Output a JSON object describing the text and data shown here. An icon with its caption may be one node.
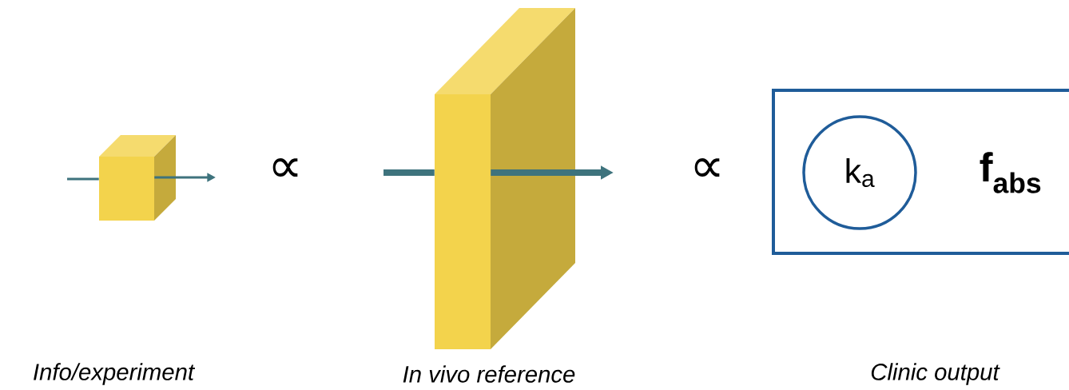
{
  "diagram": {
    "nodes": [
      {
        "text": [],
        "shape": "box"
      },
      {
        "text": [],
        "shape": "box"
      },
      {
        "text": [],
        "shape": "box"
      },
      {
        "text": [
          "k$_{a}$"
        ],
        "in": 2
      }
    ],
    "edges": [
      {
        "from": null,
        "to": 0,
        "arrow": "none"
      },
      {
        "from": 0,
        "to": null,
        "arrow": "to"
      },
      {
        "from": null,
        "to": 1,
        "arrow": "none",
        "style": "thick"
      },
      {
        "from": 1,
        "to": null,
        "arrow": "to",
        "style": "thick"
      }
    ],
    "labels": [
      "∝",
      "∝",
      "f$_{abs}$",
      "Info/experiment",
      "In vivo reference",
      "Clinic output"
    ]
  }
}
